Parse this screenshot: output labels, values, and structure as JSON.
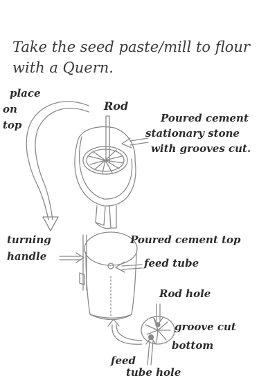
{
  "title": {
    "line1": "Take the seed paste/mill to flour",
    "line2": "with a Quern."
  },
  "labels": {
    "place_on_top": [
      "place",
      "on",
      "top"
    ],
    "rod": "Rod",
    "poured_cement_stationary": [
      "Poured cement",
      "stationary stone",
      "with grooves cut."
    ],
    "turning_handle": [
      "turning",
      "handle"
    ],
    "poured_cement_top": "Poured cement top",
    "feed_tube": "feed tube",
    "rod_hole": "Rod hole",
    "groove_cut": "groove cut",
    "bottom": "bottom",
    "feed_tube_hole": [
      "feed",
      "tube hole"
    ]
  },
  "colors": {
    "ink": "#2c2c2c",
    "pencil": "#8a8a8a",
    "paper": "#ffffff"
  },
  "icons": [
    "arrow-icon",
    "quern-stone-icon",
    "top-stone-icon",
    "bottom-stone-icon"
  ]
}
